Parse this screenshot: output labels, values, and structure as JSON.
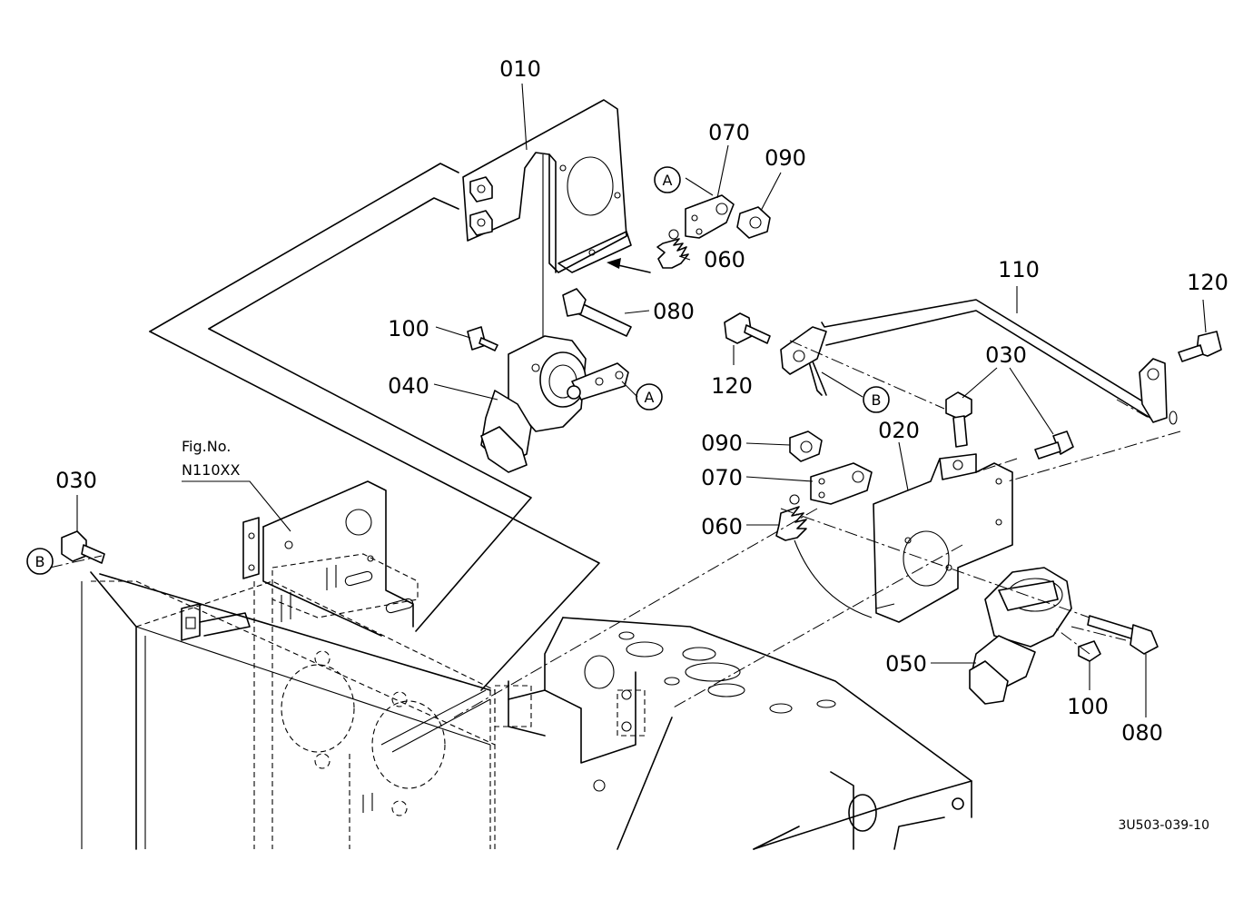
{
  "diagram": {
    "drawing_code": "3U503-039-10",
    "figure_reference": {
      "line1": "Fig.No.",
      "line2": "N110XX"
    },
    "part_labels": {
      "p010": "010",
      "p020": "020",
      "p030a": "030",
      "p030b": "030",
      "p040": "040",
      "p050": "050",
      "p060a": "060",
      "p060b": "060",
      "p070a": "070",
      "p070b": "070",
      "p080a": "080",
      "p080b": "080",
      "p090a": "090",
      "p090b": "090",
      "p100a": "100",
      "p100b": "100",
      "p110": "110",
      "p120a": "120",
      "p120b": "120"
    },
    "connector_markers": {
      "a1": "A",
      "a2": "A",
      "b1": "B",
      "b2": "B"
    }
  }
}
